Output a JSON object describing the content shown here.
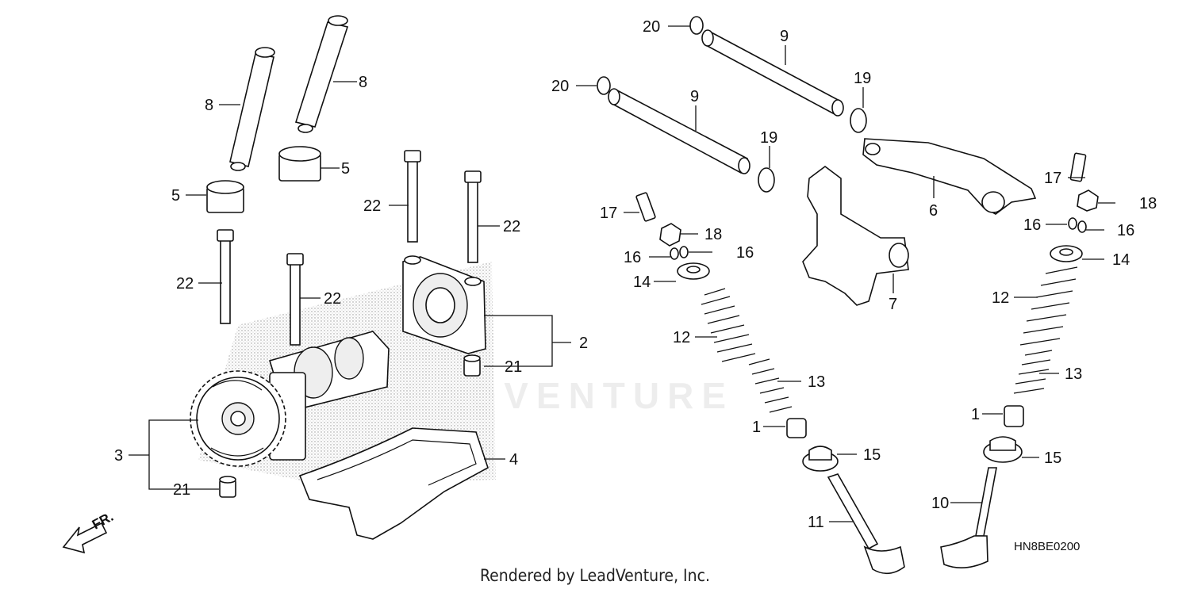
{
  "diagram": {
    "callouts": {
      "c_8a": "8",
      "c_8b": "8",
      "c_5a": "5",
      "c_5b": "5",
      "c_22a": "22",
      "c_22b": "22",
      "c_22c": "22",
      "c_22d": "22",
      "c_2": "2",
      "c_21a": "21",
      "c_21b": "21",
      "c_3": "3",
      "c_4": "4",
      "c_20a": "20",
      "c_20b": "20",
      "c_9a": "9",
      "c_9b": "9",
      "c_19a": "19",
      "c_19b": "19",
      "c_6": "6",
      "c_7": "7",
      "c_17a": "17",
      "c_17b": "17",
      "c_18a": "18",
      "c_18b": "18",
      "c_16a": "16",
      "c_16b": "16",
      "c_16c": "16",
      "c_16d": "16",
      "c_14a": "14",
      "c_14b": "14",
      "c_12a": "12",
      "c_12b": "12",
      "c_13a": "13",
      "c_13b": "13",
      "c_1a": "1",
      "c_1b": "1",
      "c_15a": "15",
      "c_15b": "15",
      "c_11": "11",
      "c_10": "10"
    },
    "front_marker": "FR.",
    "diagram_code": "HN8BE0200",
    "watermark": "LEADVENTURE",
    "footer": "Rendered by LeadVenture, Inc."
  }
}
